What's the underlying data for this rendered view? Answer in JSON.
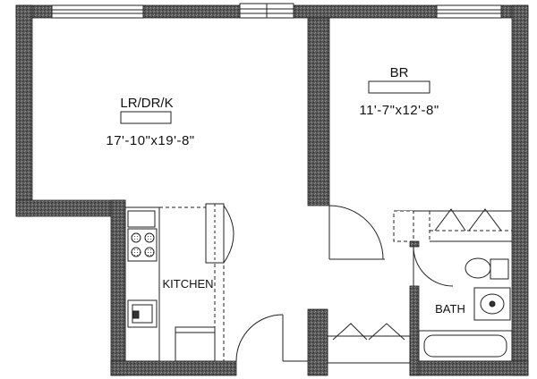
{
  "floorplan": {
    "rooms": [
      {
        "id": "lr",
        "name": "LR/DR/K",
        "dimensions": "17'-10\"x19'-8\""
      },
      {
        "id": "br",
        "name": "BR",
        "dimensions": "11'-7\"x12'-8\""
      },
      {
        "id": "kitchen",
        "name": "KITCHEN"
      },
      {
        "id": "bath",
        "name": "BATH"
      }
    ],
    "colors": {
      "wall": "#4a4a4a",
      "line": "#222222",
      "background": "#ffffff"
    }
  }
}
